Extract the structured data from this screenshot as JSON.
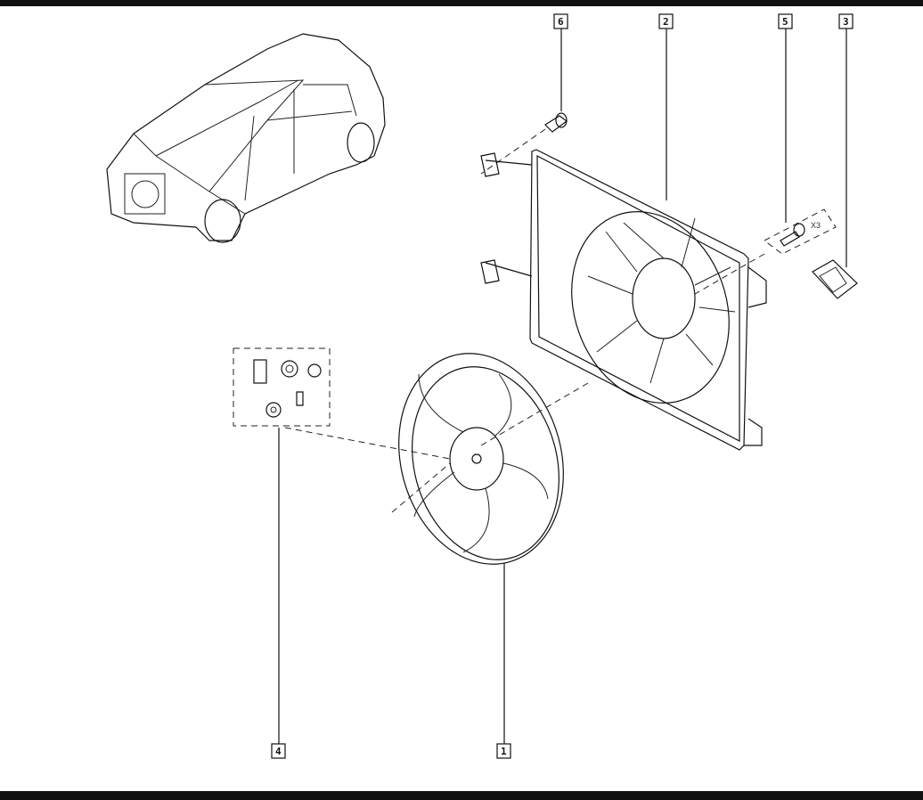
{
  "diagram": {
    "callouts": [
      {
        "id": "6",
        "part": "bolt"
      },
      {
        "id": "2",
        "part": "fan-shroud"
      },
      {
        "id": "5",
        "part": "screw"
      },
      {
        "id": "3",
        "part": "resistor"
      },
      {
        "id": "4",
        "part": "fixings-kit"
      },
      {
        "id": "1",
        "part": "fan"
      }
    ],
    "quantity_note": "X3"
  }
}
